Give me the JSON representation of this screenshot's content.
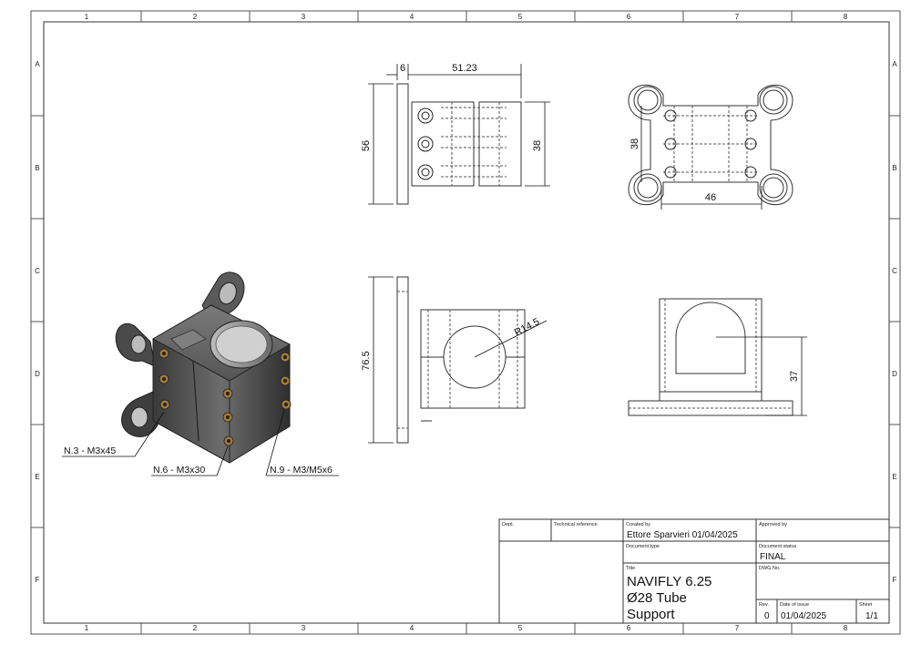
{
  "zones": {
    "cols": [
      "1",
      "2",
      "3",
      "4",
      "5",
      "6",
      "7",
      "8"
    ],
    "rows": [
      "A",
      "B",
      "C",
      "D",
      "E",
      "F"
    ]
  },
  "dimensions": {
    "top_flange": "6",
    "top_width": "51.23",
    "top_height": "56",
    "top_inner_height": "38",
    "plan_height": "38",
    "plan_width": "46",
    "front_height": "76.5",
    "front_radius": "R14.5",
    "side_height": "37"
  },
  "callouts": {
    "c1": "N.3 - M3x45",
    "c2": "N.6 - M3x30",
    "c3": "N.9 - M3/M5x6"
  },
  "title_block": {
    "dept_label": "Dept.",
    "tech_ref_label": "Technical reference",
    "created_by_label": "Created by",
    "created_by": "Ettore Sparvieri 01/04/2025",
    "approved_by_label": "Approved by",
    "doc_type_label": "Document type",
    "doc_status_label": "Document status",
    "doc_status": "FINAL",
    "title_label": "Title",
    "title_line1": "NAVIFLY 6.25",
    "title_line2": "Ø28 Tube",
    "title_line3": "Support",
    "dwg_no_label": "DWG No.",
    "rev_label": "Rev.",
    "rev": "0",
    "date_label": "Date of issue",
    "date": "01/04/2025",
    "sheet_label": "Sheet",
    "sheet": "1/1"
  }
}
